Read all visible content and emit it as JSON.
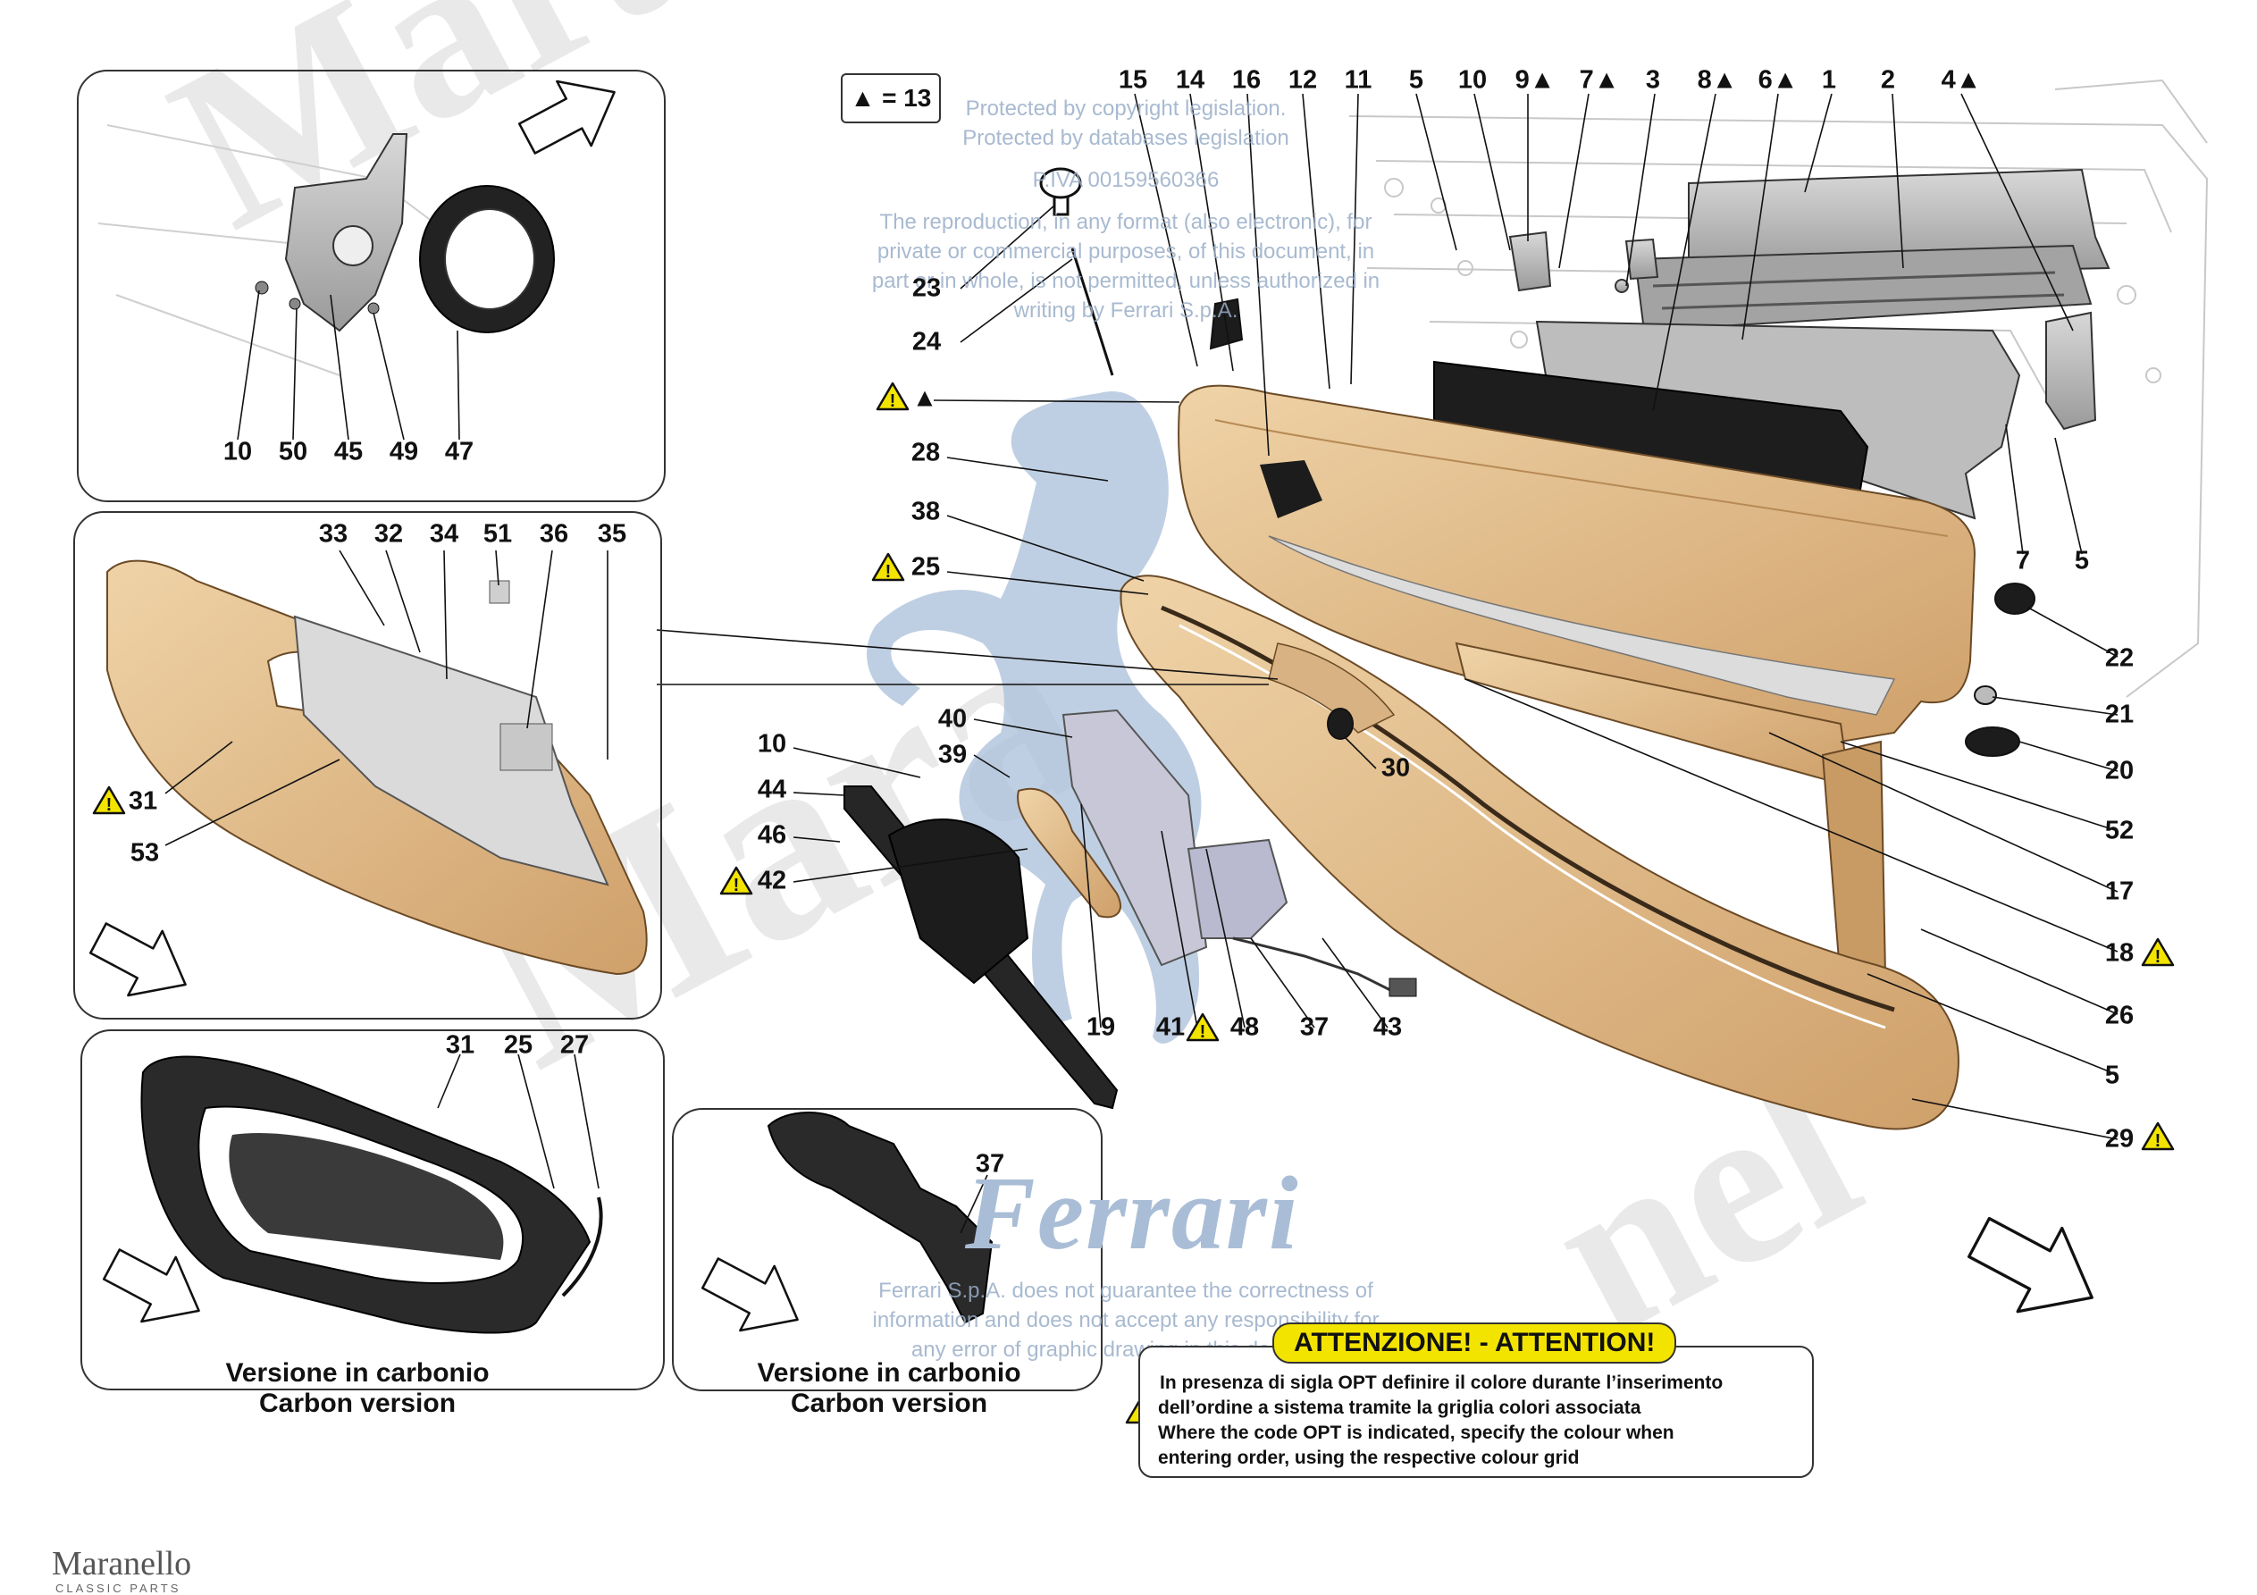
{
  "callouts": {
    "top_row": [
      "15",
      "14",
      "16",
      "12",
      "11",
      "5",
      "10",
      "9▲",
      "7▲",
      "3",
      "8▲",
      "6▲",
      "1",
      "2",
      "4▲"
    ],
    "main_left": [
      "23",
      "24",
      "▲",
      "28",
      "38",
      "25",
      "40",
      "39",
      "10",
      "44",
      "46",
      "42",
      "30",
      "19",
      "41",
      "48",
      "37",
      "43"
    ],
    "main_right": [
      "7",
      "5",
      "22",
      "21",
      "20",
      "52",
      "17",
      "18",
      "26",
      "5",
      "29"
    ],
    "inset1": [
      "10",
      "50",
      "45",
      "49",
      "47"
    ],
    "inset2": [
      "33",
      "32",
      "34",
      "51",
      "36",
      "35",
      "31",
      "53"
    ],
    "inset3": [
      "31",
      "25",
      "27"
    ],
    "inset4": [
      "37"
    ]
  },
  "legend_marker": "▲ = 13",
  "captions": {
    "inset3_it": "Versione in carbonio",
    "inset3_en": "Carbon version",
    "inset4_it": "Versione in carbonio",
    "inset4_en": "Carbon version"
  },
  "attention": {
    "title": "ATTENZIONE! - ATTENTION!",
    "line1": "In presenza di sigla OPT definire il colore durante l’inserimento",
    "line2": "dell’ordine a sistema tramite la griglia colori associata",
    "line3": "Where the code OPT is indicated, specify the colour when",
    "line4": "entering order, using the respective colour grid"
  },
  "watermark": {
    "line1": "Protected by copyright legislation.",
    "line2": "Protected by databases legislation",
    "line3": "P.IVA 00159560366",
    "line4": "The reproduction, in any format (also electronic), for",
    "line5": "private or commercial purposes, of this document, in",
    "line6": "part or in whole, is not permitted, unless authorized in",
    "line7": "writing by Ferrari S.p.A.",
    "brand": "Ferrari",
    "disclaimer1": "Ferrari S.p.A. does not guarantee the correctness of",
    "disclaimer2": "information and does not accept any responsibility for",
    "disclaimer3": "any error of graphic drawing in this document"
  },
  "logo": {
    "name": "Maranello",
    "sub": "CLASSIC PARTS"
  },
  "colors": {
    "trim": "#e3bf8f",
    "trim_dark": "#c89a62",
    "metal": "#b8b8b8",
    "black": "#1b1b1b",
    "warning": "#f3e400"
  },
  "icons": [
    "warning-triangle-icon",
    "direction-arrow-icon"
  ]
}
